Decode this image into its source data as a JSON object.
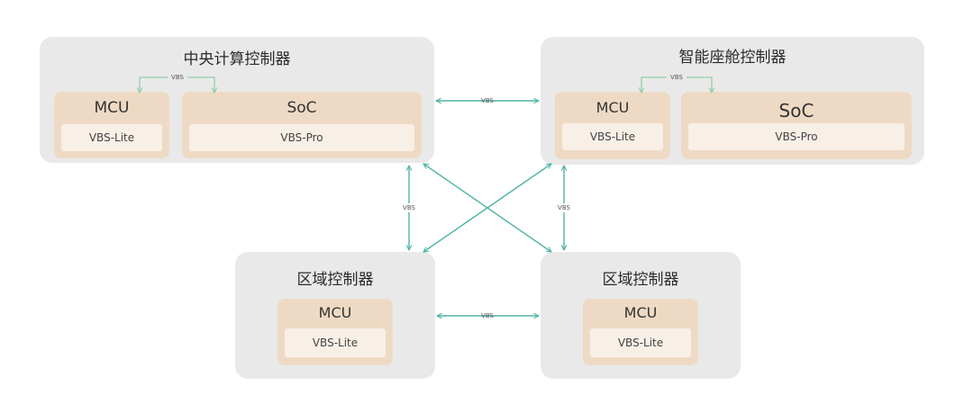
{
  "diagram": {
    "protocol_label": "VBS",
    "central": {
      "title": "中央计算控制器",
      "mcu": {
        "title": "MCU",
        "sw": "VBS-Lite"
      },
      "soc": {
        "title": "SoC",
        "sw": "VBS-Pro"
      }
    },
    "cockpit": {
      "title": "智能座舱控制器",
      "mcu": {
        "title": "MCU",
        "sw": "VBS-Lite"
      },
      "soc": {
        "title": "SoC",
        "sw": "VBS-Pro"
      }
    },
    "zone_left": {
      "title": "区域控制器",
      "mcu": {
        "title": "MCU",
        "sw": "VBS-Lite"
      }
    },
    "zone_right": {
      "title": "区域控制器",
      "mcu": {
        "title": "MCU",
        "sw": "VBS-Lite"
      }
    },
    "colors": {
      "link": "#4fb3a6",
      "internal_link": "#8fd1a4",
      "controller_bg": "#e9e9e9",
      "chip_bg": "#eedac4"
    }
  }
}
